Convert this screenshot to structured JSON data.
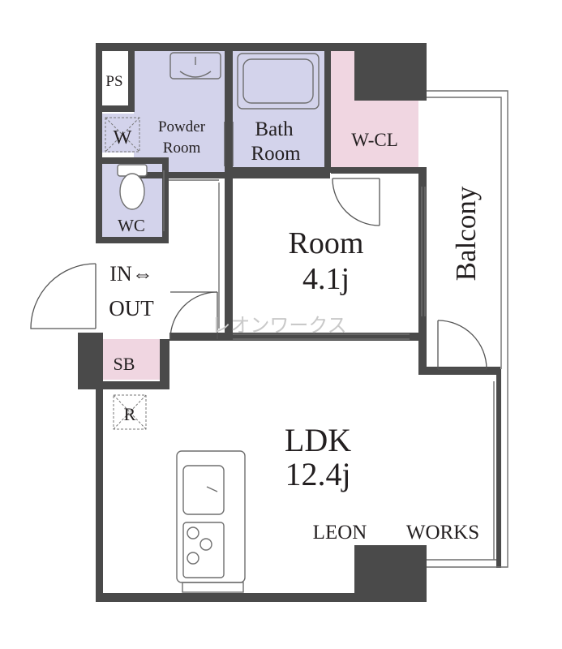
{
  "colors": {
    "wall": "#4a4a4a",
    "wet_area": "#d3d3eb",
    "closet": "#f0d6e1",
    "floor": "#ffffff",
    "outline": "#6f6f6f"
  },
  "labels": {
    "ps": "PS",
    "w": "W",
    "powder_room": [
      "Powder",
      "Room"
    ],
    "bath_room": [
      "Bath",
      "Room"
    ],
    "wcl": "W-CL",
    "wc": "WC",
    "in_out": [
      "IN⇔",
      "OUT"
    ],
    "sb": "SB",
    "r": "R",
    "room": [
      "Room",
      "4.1j"
    ],
    "ldk": [
      "LDK",
      "12.4j"
    ],
    "balcony": "Balcony",
    "company_left": "LEON",
    "company_right": "WORKS",
    "watermark": "レオンワークス"
  },
  "icons": [
    "toilet-icon",
    "washbasin-icon",
    "bathtub-icon",
    "kitchen-sink-icon",
    "stove-burner-icon",
    "door-swing-icon"
  ]
}
